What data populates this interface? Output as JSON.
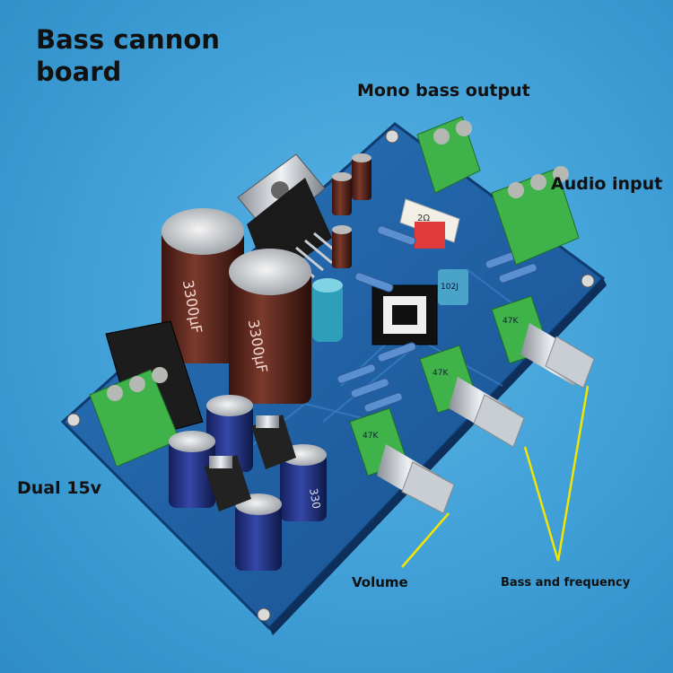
{
  "image": {
    "description_alt": "Bass cannon amplifier circuit board photograph",
    "colors": {
      "background": "#3f9fd6",
      "pcb": "#1f5fa6",
      "terminal": "#3fb34a",
      "callout_line": "#f2e600"
    }
  },
  "labels": {
    "title": "Bass cannon board",
    "mono_bass_output": "Mono bass output",
    "audio_input": "Audio input",
    "dual_15v": "Dual 15v",
    "volume": "Volume",
    "bass_and_frequency": "Bass and frequency"
  },
  "components": {
    "cap_large_1": "3300µF",
    "cap_large_2": "3300µF",
    "cap_small": "330",
    "resistor_small": "2Ω",
    "film_cap": "102J",
    "pot_1": "47K",
    "pot_2": "47K",
    "pot_3": "47K"
  }
}
